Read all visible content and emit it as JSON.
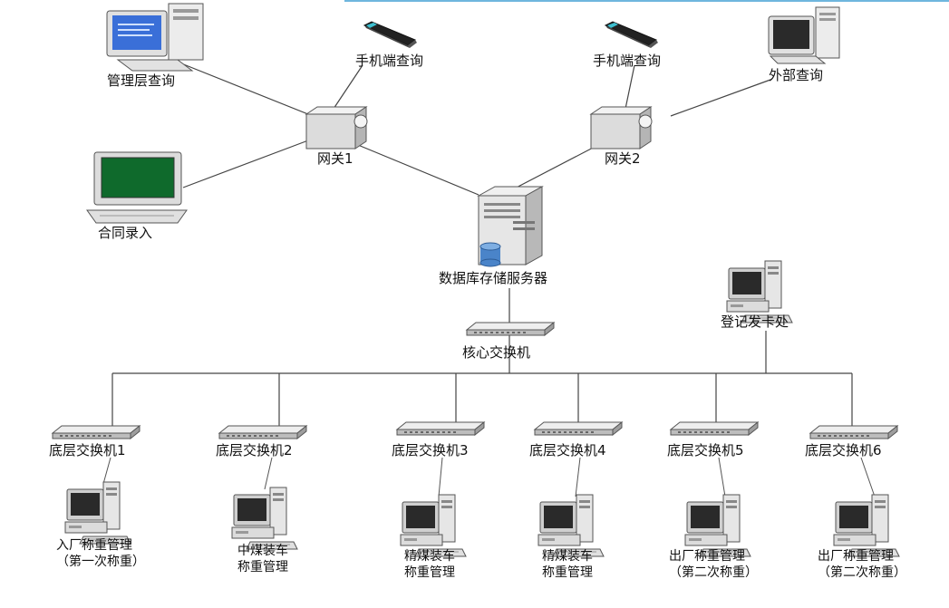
{
  "header_line_color": "#6fb6de",
  "top": {
    "management_query": "管理层查询",
    "mobile_query_left": "手机端查询",
    "mobile_query_right": "手机端查询",
    "external_query": "外部查询",
    "contract_entry": "合同录入",
    "gateway_1": "网关1",
    "gateway_2": "网关2"
  },
  "server": {
    "label": "数据库存储服务器"
  },
  "registration": {
    "label": "登记发卡处"
  },
  "core_switch": {
    "label": "核心交换机"
  },
  "bottom_switches": [
    {
      "label": "底层交换机1"
    },
    {
      "label": "底层交换机2"
    },
    {
      "label": "底层交换机3"
    },
    {
      "label": "底层交换机4"
    },
    {
      "label": "底层交换机5"
    },
    {
      "label": "底层交换机6"
    }
  ],
  "terminals": [
    {
      "line1": "入厂称重管理",
      "line2": "（第一次称重）"
    },
    {
      "line1": "中煤装车",
      "line2": "称重管理"
    },
    {
      "line1": "精煤装车",
      "line2": "称重管理"
    },
    {
      "line1": "精煤装车",
      "line2": "称重管理"
    },
    {
      "line1": "出厂称重管理",
      "line2": "（第二次称重）"
    },
    {
      "line1": "出厂称重管理",
      "line2": "（第二次称重）"
    }
  ],
  "colors": {
    "screen_blue": "#3a6fd8",
    "screen_green": "#0f6a2c",
    "screen_dark": "#2a2a2a",
    "db_cylinder": "#4a84c9",
    "device_body": "#d8d8d8"
  }
}
